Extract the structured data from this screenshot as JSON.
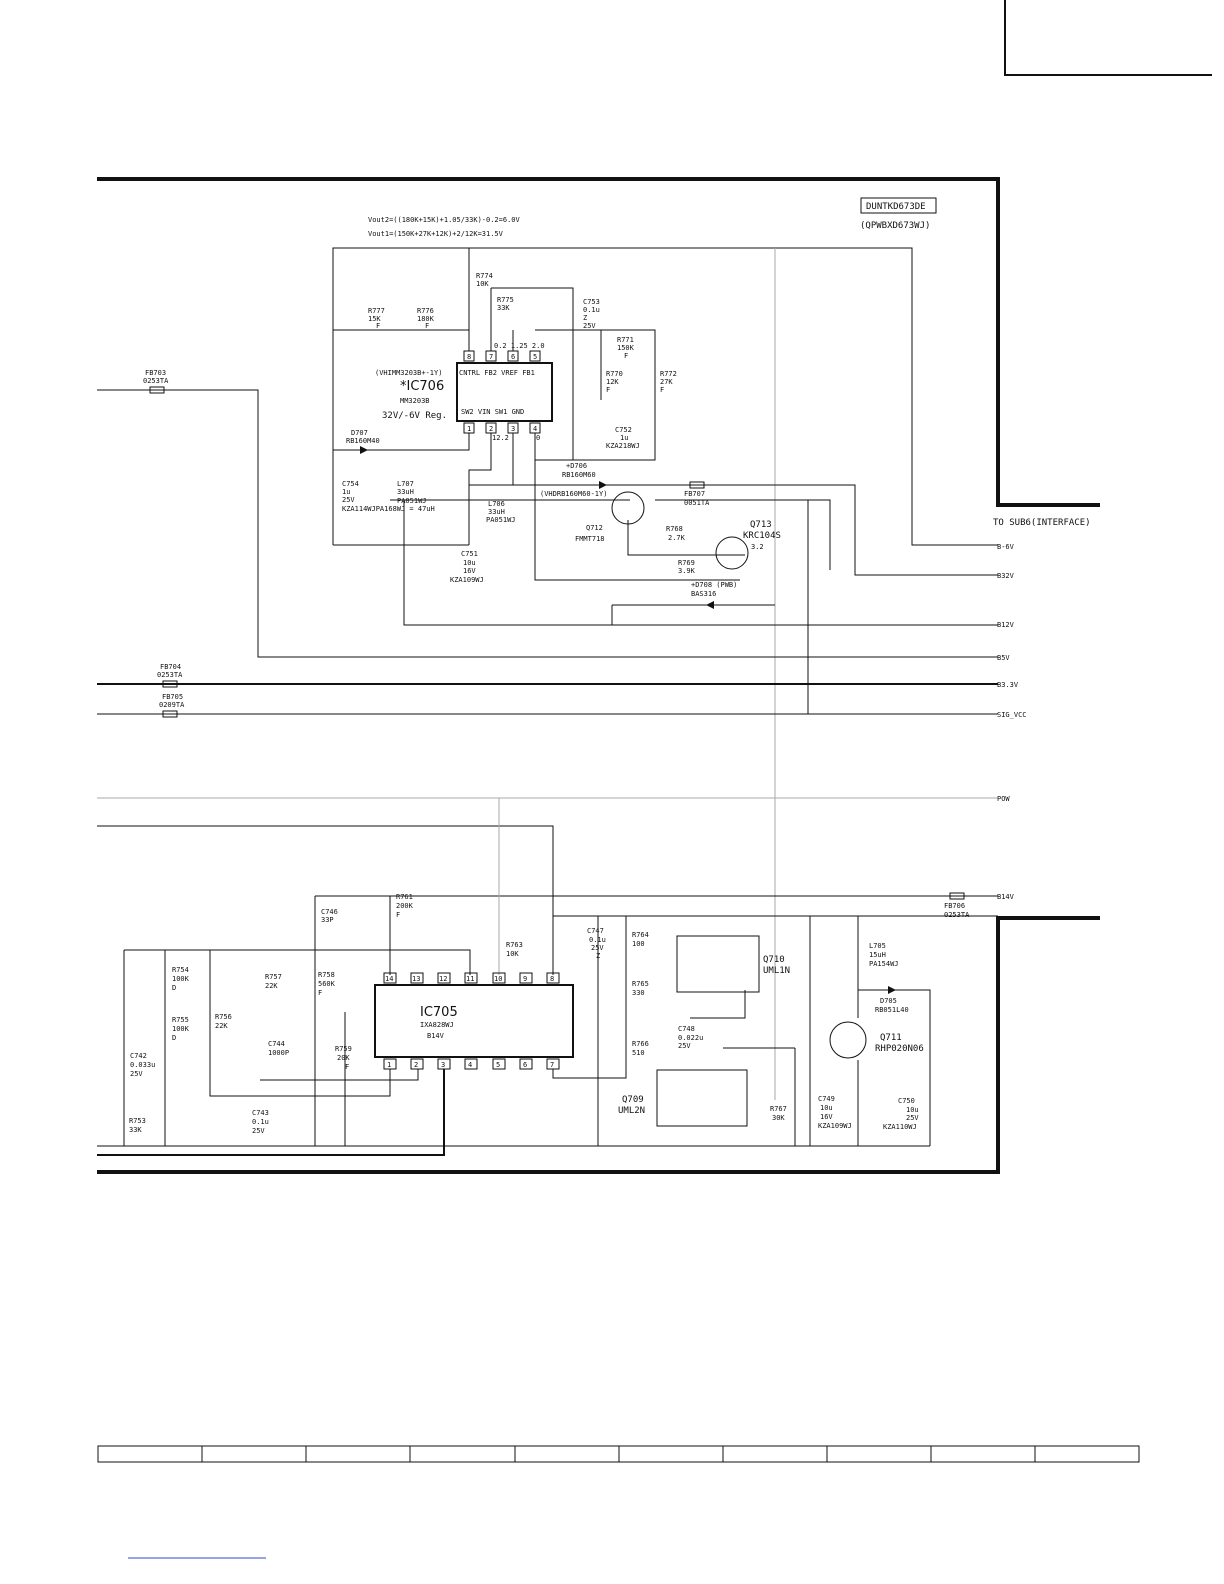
{
  "header": {
    "equation_vout2": "Vout2=((180K+15K)+1.05/33K)-0.2=6.0V",
    "equation_vout1": "Vout1=(150K+27K+12K)+2/12K=31.5V",
    "unit_code": "DUNTKD673DE",
    "unit_code_alt": "(QPWBXD673WJ)",
    "interface": "TO SUB6(INTERFACE)"
  },
  "ic706": {
    "ref": "*IC706",
    "part": "MM3203B",
    "desc": "32V/-6V Reg.",
    "vh": "(VHIMM3203B+-1Y)",
    "pins_top": [
      "8",
      "7",
      "6",
      "5"
    ],
    "pins_bottom": [
      "1",
      "2",
      "3",
      "4"
    ],
    "pin_names_top": "CNTRL FB2 VREF FB1",
    "pin_names_bottom": "SW2  VIN  SW1  GND",
    "v_top": "0.2   1.25  2.0",
    "v_vin": "12.2",
    "v_gnd": "0"
  },
  "ic705": {
    "ref": "IC705",
    "part": "IXA828WJ",
    "net": "B14V",
    "pins_top": [
      "14",
      "13",
      "12",
      "11",
      "10",
      "9",
      "8"
    ],
    "pins_bottom": [
      "1",
      "2",
      "3",
      "4",
      "5",
      "6",
      "7"
    ]
  },
  "labels": {
    "fb703": [
      "FB703",
      "0253TA"
    ],
    "fb704": [
      "FB704",
      "0253TA"
    ],
    "fb705": [
      "FB705",
      "0209TA"
    ],
    "fb706": [
      "FB706",
      "0253TA"
    ],
    "fb707": [
      "FB707",
      "0051TA"
    ],
    "r774": [
      "R774",
      "10K"
    ],
    "r775": [
      "R775",
      "33K"
    ],
    "r777": [
      "R777",
      "15K",
      "F"
    ],
    "r776": [
      "R776",
      "180K",
      "F"
    ],
    "c753": [
      "C753",
      "0.1u",
      "Z",
      "25V"
    ],
    "r771": [
      "R771",
      "150K",
      "F"
    ],
    "r770": [
      "R770",
      "12K",
      "F"
    ],
    "r772": [
      "R772",
      "27K",
      "F"
    ],
    "d707": [
      "D707",
      "RB160M40"
    ],
    "c752": [
      "C752",
      "1u",
      "KZA218WJ"
    ],
    "c754": [
      "C754",
      "1u",
      "25V"
    ],
    "l707": [
      "L707",
      "33uH",
      "PA051WJ"
    ],
    "kza114": "KZA114WJPA168WJ = 47uH",
    "d706": [
      "+D706",
      "RB160M60"
    ],
    "vh_d706": "(VHDRB160M60-1Y)",
    "l706": [
      "L706",
      "33uH",
      "PA051WJ"
    ],
    "q712": [
      "Q712",
      "FMMT718"
    ],
    "r768": [
      "R768",
      "2.7K"
    ],
    "q713": [
      "Q713",
      "KRC104S"
    ],
    "v_q713": "3.2",
    "r769": [
      "R769",
      "3.9K"
    ],
    "d708": [
      "+D708 (PWB)",
      "BAS316"
    ],
    "c751": [
      "C751",
      "10u",
      "16V",
      "KZA109WJ"
    ],
    "r761": [
      "R761",
      "200K",
      "F"
    ],
    "c746": [
      "C746",
      "33P"
    ],
    "r763": [
      "R763",
      "10K"
    ],
    "c747": [
      "C747",
      "0.1u",
      "25V",
      "Z"
    ],
    "r764": [
      "R764",
      "100"
    ],
    "r765": [
      "R765",
      "330"
    ],
    "r766": [
      "R766",
      "510"
    ],
    "c748": [
      "C748",
      "0.022u",
      "25V"
    ],
    "q710": [
      "Q710",
      "UML1N"
    ],
    "l705": [
      "L705",
      "15uH",
      "PA154WJ"
    ],
    "d705": [
      "D705",
      "RB051L40"
    ],
    "q711": [
      "Q711",
      "RHP020N06"
    ],
    "q709": [
      "Q709",
      "UML2N"
    ],
    "r767": [
      "R767",
      "30K"
    ],
    "c749": [
      "C749",
      "10u",
      "16V",
      "KZA109WJ"
    ],
    "c750": [
      "C750",
      "10u",
      "25V",
      "KZA110WJ"
    ],
    "r754": [
      "R754",
      "100K",
      "D"
    ],
    "r755": [
      "R755",
      "100K",
      "D"
    ],
    "r756": [
      "R756",
      "22K"
    ],
    "r757": [
      "R757",
      "22K"
    ],
    "r758": [
      "R758",
      "560K",
      "F"
    ],
    "r759": [
      "R759",
      "20K",
      "F"
    ],
    "c744": [
      "C744",
      "1000P"
    ],
    "c742": [
      "C742",
      "0.033u",
      "25V"
    ],
    "c743": [
      "C743",
      "0.1u",
      "25V"
    ],
    "r753": [
      "R753",
      "33K"
    ]
  },
  "nets": [
    "B-6V",
    "B32V",
    "B12V",
    "B5V",
    "B3.3V",
    "SIG_VCC",
    "POW",
    "B14V"
  ]
}
